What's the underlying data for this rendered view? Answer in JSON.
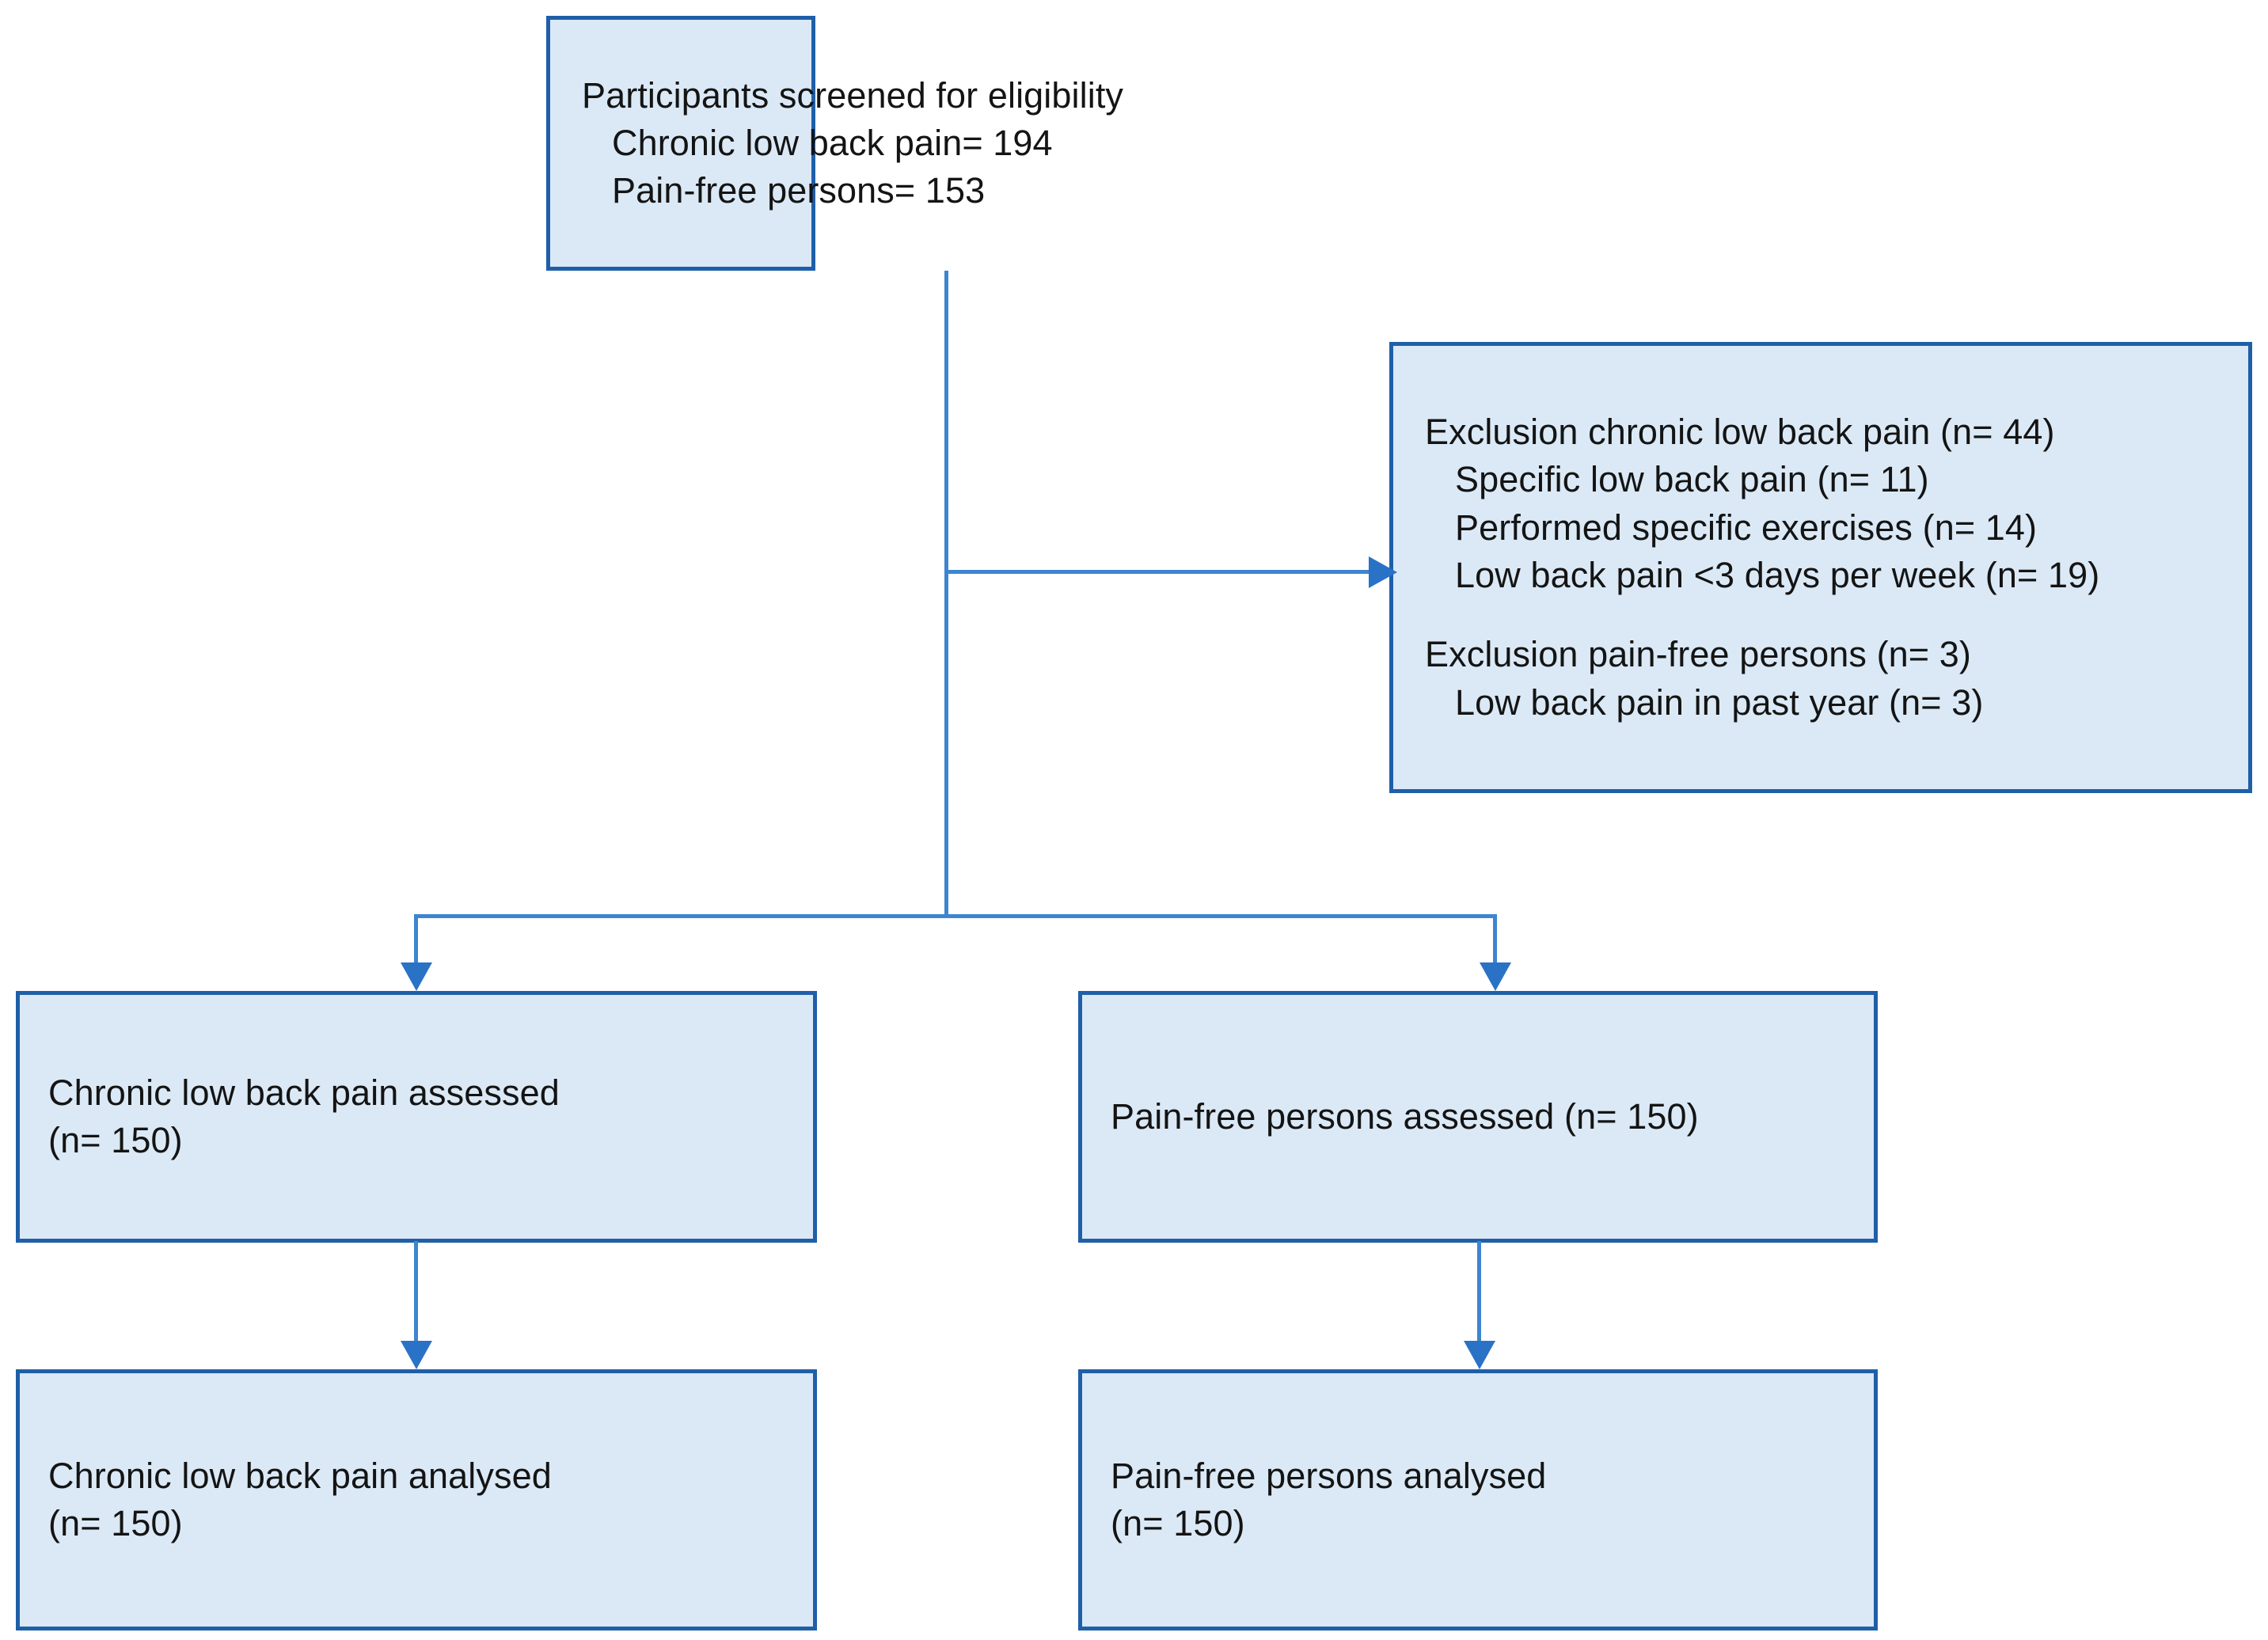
{
  "diagram": {
    "type": "flowchart",
    "title": "Participant flow diagram",
    "colors": {
      "node_fill": "#dbe9f6",
      "node_border": "#1f5fa8",
      "connector": "#3d85d0",
      "arrow_head": "#2a72c6",
      "text": "#141414",
      "background": "#ffffff"
    },
    "nodes": {
      "screened": {
        "id": "participants-screened",
        "lines": [
          "Participants screened for eligibility",
          "Chronic low back pain= 194",
          "Pain-free persons= 153"
        ]
      },
      "exclusion": {
        "id": "exclusions",
        "lines": [
          "Exclusion chronic low back pain (n= 44)",
          "Specific low back pain (n= 11)",
          "Performed specific exercises (n= 14)",
          "Low back pain <3 days per week (n= 19)",
          "",
          "Exclusion pain-free persons (n= 3)",
          "Low back pain in past year (n= 3)"
        ]
      },
      "clbp_assessed": {
        "id": "clbp-assessed",
        "lines": [
          "Chronic low back pain assessed",
          "(n= 150)"
        ]
      },
      "pf_assessed": {
        "id": "pain-free-assessed",
        "lines": [
          "Pain-free persons assessed (n= 150)"
        ]
      },
      "clbp_analysed": {
        "id": "clbp-analysed",
        "lines": [
          "Chronic low back pain analysed",
          "(n= 150)"
        ]
      },
      "pf_analysed": {
        "id": "pain-free-analysed",
        "lines": [
          "Pain-free persons analysed",
          "(n= 150)"
        ]
      }
    },
    "connectors": [
      {
        "name": "screened-to-split",
        "kind": "vertical-line"
      },
      {
        "name": "screened-to-exclusion",
        "kind": "right-arrow"
      },
      {
        "name": "split-to-clbp-assessed",
        "kind": "down-arrow"
      },
      {
        "name": "split-to-pain-free-assessed",
        "kind": "down-arrow"
      },
      {
        "name": "clbp-assessed-to-analysed",
        "kind": "down-arrow"
      },
      {
        "name": "pain-free-assessed-to-analysed",
        "kind": "down-arrow"
      }
    ]
  }
}
